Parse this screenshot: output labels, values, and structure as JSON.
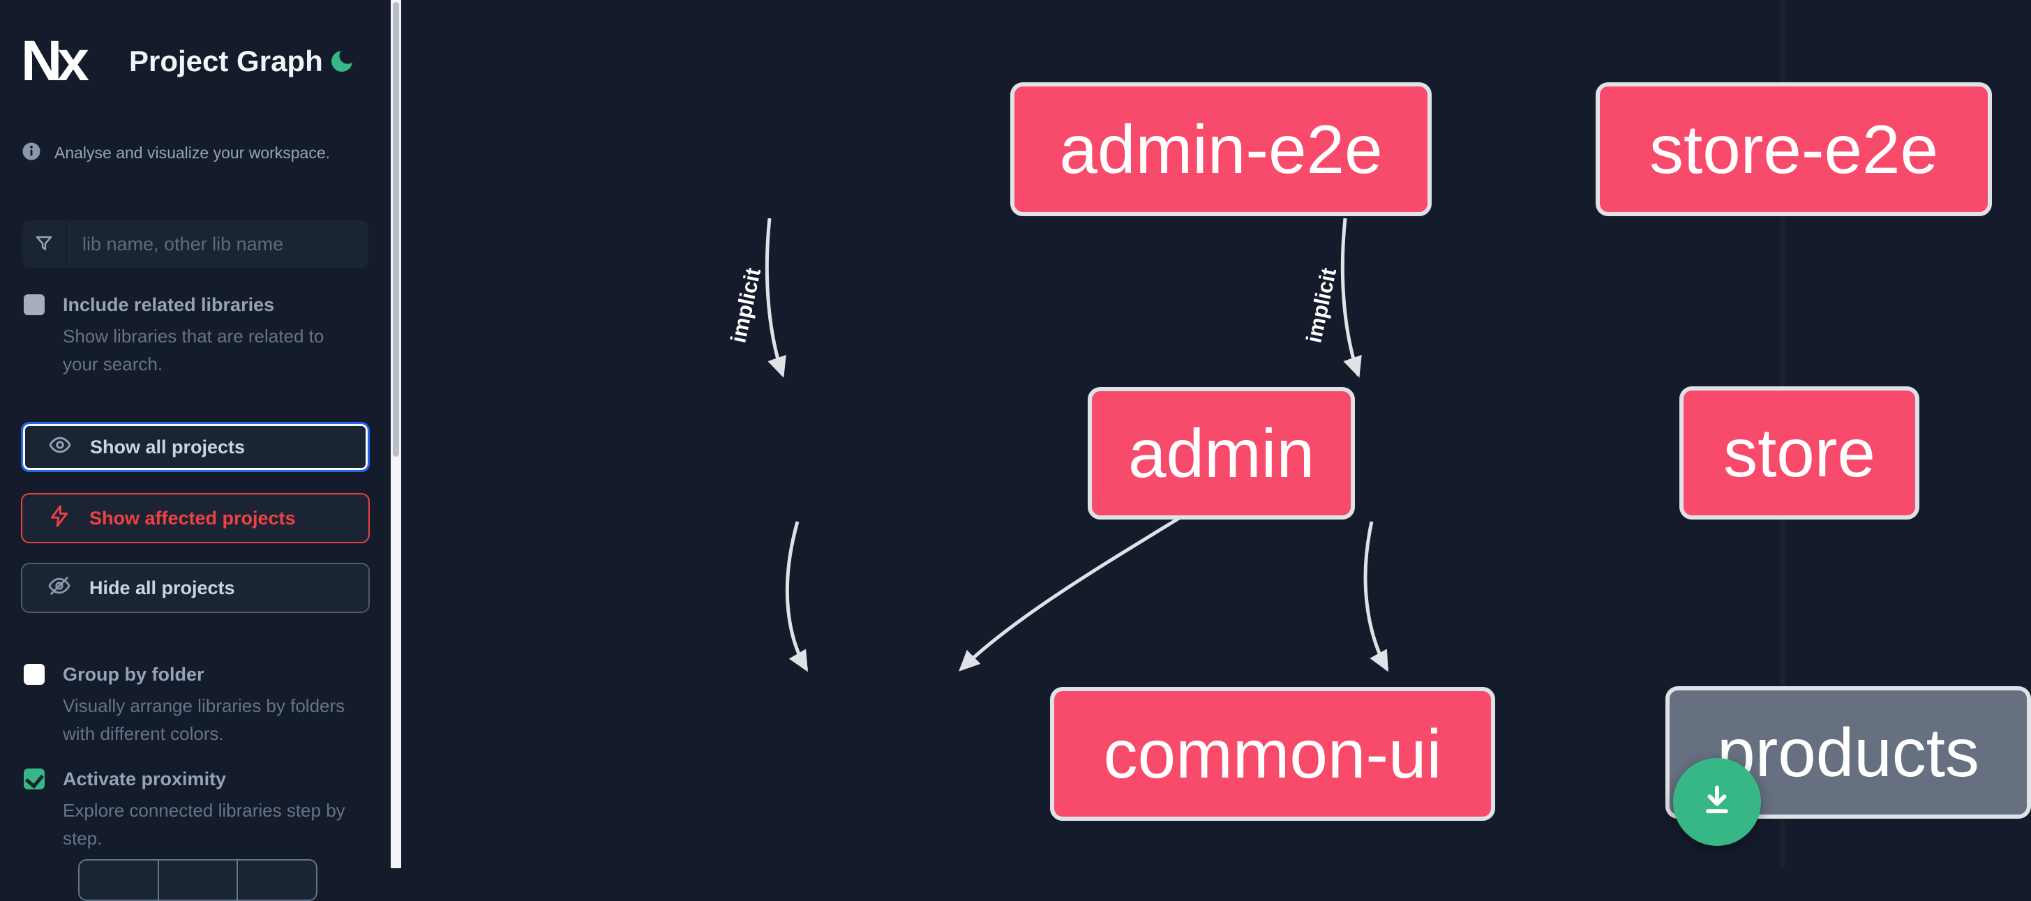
{
  "header": {
    "logo": "Nx",
    "title": "Project Graph",
    "theme_icon": "moon"
  },
  "sidebar": {
    "info_text": "Analyse and visualize your workspace.",
    "search": {
      "placeholder": "lib name, other lib name",
      "value": ""
    },
    "include_related": {
      "label": "Include related libraries",
      "description": "Show libraries that are related to your search.",
      "checked": false
    },
    "actions": {
      "show_all": {
        "label": "Show all projects",
        "focused": true
      },
      "show_affected": {
        "label": "Show affected projects"
      },
      "hide_all": {
        "label": "Hide all projects"
      }
    },
    "group_by_folder": {
      "label": "Group by folder",
      "description": "Visually arrange libraries by folders with different colors.",
      "checked": false
    },
    "proximity": {
      "label": "Activate proximity",
      "description": "Explore connected libraries step by step.",
      "checked": true
    }
  },
  "graph": {
    "nodes": [
      {
        "label": "admin-e2e",
        "style": "pink"
      },
      {
        "label": "store-e2e",
        "style": "pink"
      },
      {
        "label": "admin",
        "style": "pink"
      },
      {
        "label": "store",
        "style": "pink"
      },
      {
        "label": "common-ui",
        "style": "pink"
      },
      {
        "label": "products",
        "style": "gray"
      }
    ],
    "edges": [
      {
        "from": "admin-e2e",
        "to": "admin",
        "label": "implicit"
      },
      {
        "from": "store-e2e",
        "to": "store",
        "label": "implicit"
      },
      {
        "from": "admin",
        "to": "common-ui",
        "label": ""
      },
      {
        "from": "store",
        "to": "common-ui",
        "label": ""
      },
      {
        "from": "store",
        "to": "products",
        "label": ""
      }
    ]
  },
  "fab": {
    "icon": "download-icon"
  },
  "colors": {
    "background": "#141b2b",
    "panel": "#1b2433",
    "node_pink": "#f84a6b",
    "node_gray": "#667080",
    "node_border": "#dfe3e8",
    "edge": "#dfe3e8",
    "accent_blue": "#2563eb",
    "accent_red": "#ee4045",
    "accent_green": "#38b786",
    "text_muted": "#64748b",
    "text_label": "#94a3b8"
  }
}
